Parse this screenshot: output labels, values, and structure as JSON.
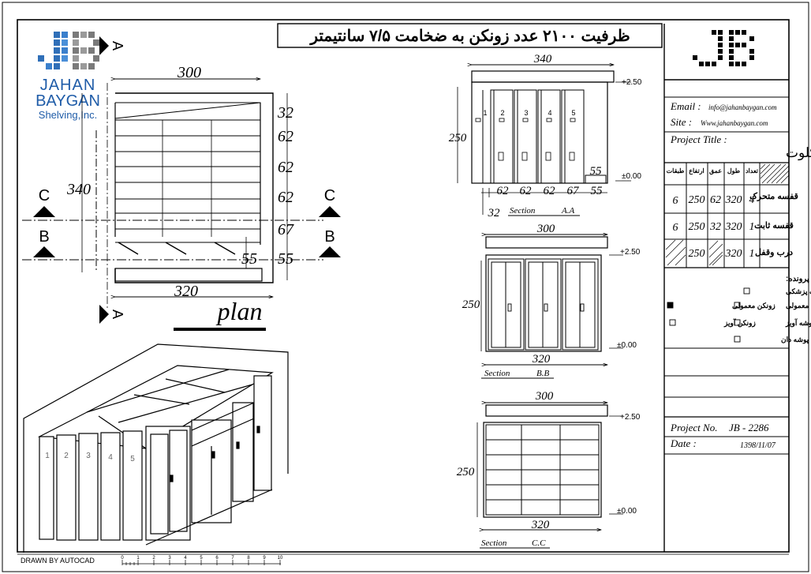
{
  "header": {
    "capacity_title": "ظرفیت ۲۱۰۰ عدد زونکن به ضخامت ۷/۵ سانتیمتر"
  },
  "logo": {
    "line1": "JAHAN",
    "line2": "BAYGAN",
    "line3": "Shelving,Inc."
  },
  "plan": {
    "dims": {
      "top_width": "300",
      "bottom_width": "320",
      "depth": "340",
      "row_dims": [
        "32",
        "62",
        "62",
        "62",
        "67",
        "55"
      ],
      "inner_55": "55"
    },
    "section_marks": {
      "a": "A",
      "b": "B",
      "c": "C"
    },
    "label": "plan"
  },
  "section_aa": {
    "width": "340",
    "height": "250",
    "level_top": "+2.50",
    "level_bottom": "±0.00",
    "unit_numbers": [
      "1",
      "2",
      "3",
      "4",
      "5"
    ],
    "bottom_dims": [
      "62",
      "62",
      "62",
      "67",
      "55"
    ],
    "inner_55": "55",
    "left_dim": "32",
    "caption_word": "Section",
    "caption_letters": "A.A"
  },
  "section_bb": {
    "width_top": "300",
    "width_bottom": "320",
    "height": "250",
    "level_top": "+2.50",
    "level_bottom": "±0.00",
    "caption_word": "Section",
    "caption_letters": "B.B"
  },
  "section_cc": {
    "width_top": "300",
    "width_bottom": "320",
    "height": "250",
    "level_top": "+2.50",
    "level_bottom": "±0.00",
    "caption_word": "Section",
    "caption_letters": "C.C"
  },
  "title_block": {
    "email_label": "Email :",
    "email_value": "info@jahanbaygan.com",
    "site_label": "Site :",
    "site_value": "Www.jahanbaygan.com",
    "project_title_label": "Project Title :",
    "project_title_value": "شرکت عمران کلوت",
    "table_headers": [
      "طبقات",
      "ارتفاع",
      "عمق",
      "طول",
      "تعداد",
      ""
    ],
    "table_rows": [
      {
        "label": "قفسه متحرک",
        "cells": [
          "6",
          "250",
          "62",
          "320",
          "4"
        ]
      },
      {
        "label": "قفسه ثابت",
        "cells": [
          "6",
          "250",
          "32",
          "320",
          "1"
        ]
      },
      {
        "label": "درب وقفل",
        "cells": [
          "",
          "250",
          "",
          "320",
          "1"
        ]
      }
    ],
    "file_type_heading": "نوع پرونده:",
    "options": [
      {
        "text": "پوشه مدارک پزشکی",
        "checked": false
      },
      {
        "text": "پوشه معمولی",
        "checked": false
      },
      {
        "text": "زونکن معمولی",
        "checked": true
      },
      {
        "text": "پوشه آویز",
        "checked": false
      },
      {
        "text": "زونکن آویز",
        "checked": false
      },
      {
        "text": "پوشه دان",
        "checked": false
      }
    ],
    "project_no_label": "Project No.",
    "project_no_value": "JB - 2286",
    "date_label": "Date :",
    "date_value": "1398/11/07"
  },
  "footer": {
    "drawn_by": "DRAWN BY AUTOCAD",
    "scale_ticks": [
      "0",
      "1",
      "2",
      "3",
      "4",
      "5",
      "6",
      "7",
      "8",
      "9",
      "10"
    ]
  }
}
